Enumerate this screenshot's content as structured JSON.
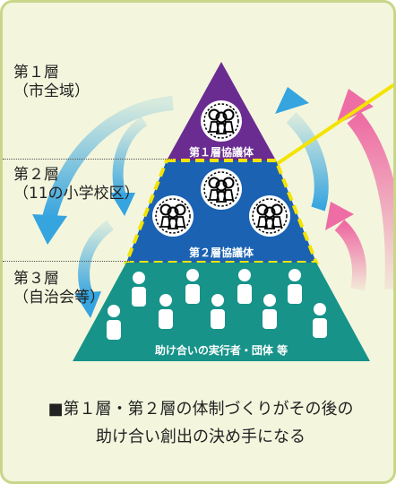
{
  "layers": [
    {
      "level": "第１層",
      "area": "（市全域）",
      "council": "第１層協議体"
    },
    {
      "level": "第２層",
      "area": "（11の小学校区）",
      "council": "第２層協議体"
    },
    {
      "level": "第３層",
      "area": "（自治会等）",
      "council": "助け合いの実行者・団体 等"
    }
  ],
  "caption": {
    "line1": "■第１層・第２層の体制づくりがその後の",
    "line2": "助け合い創出の決め手になる"
  },
  "colors": {
    "layer1": "#6a2c91",
    "layer2": "#1b62b2",
    "layer3": "#17938a",
    "dashed_border": "#f4e300",
    "arrow_down": "#36a4df",
    "arrow_up": "#ee6da4",
    "pointer_line": "#f4e300",
    "background": "#f3f6dd"
  },
  "icons": {
    "council_group": "people-group-icon",
    "person": "person-icon",
    "arrow_down": "curved-arrow-down-icon",
    "arrow_up": "curved-arrow-up-icon"
  }
}
